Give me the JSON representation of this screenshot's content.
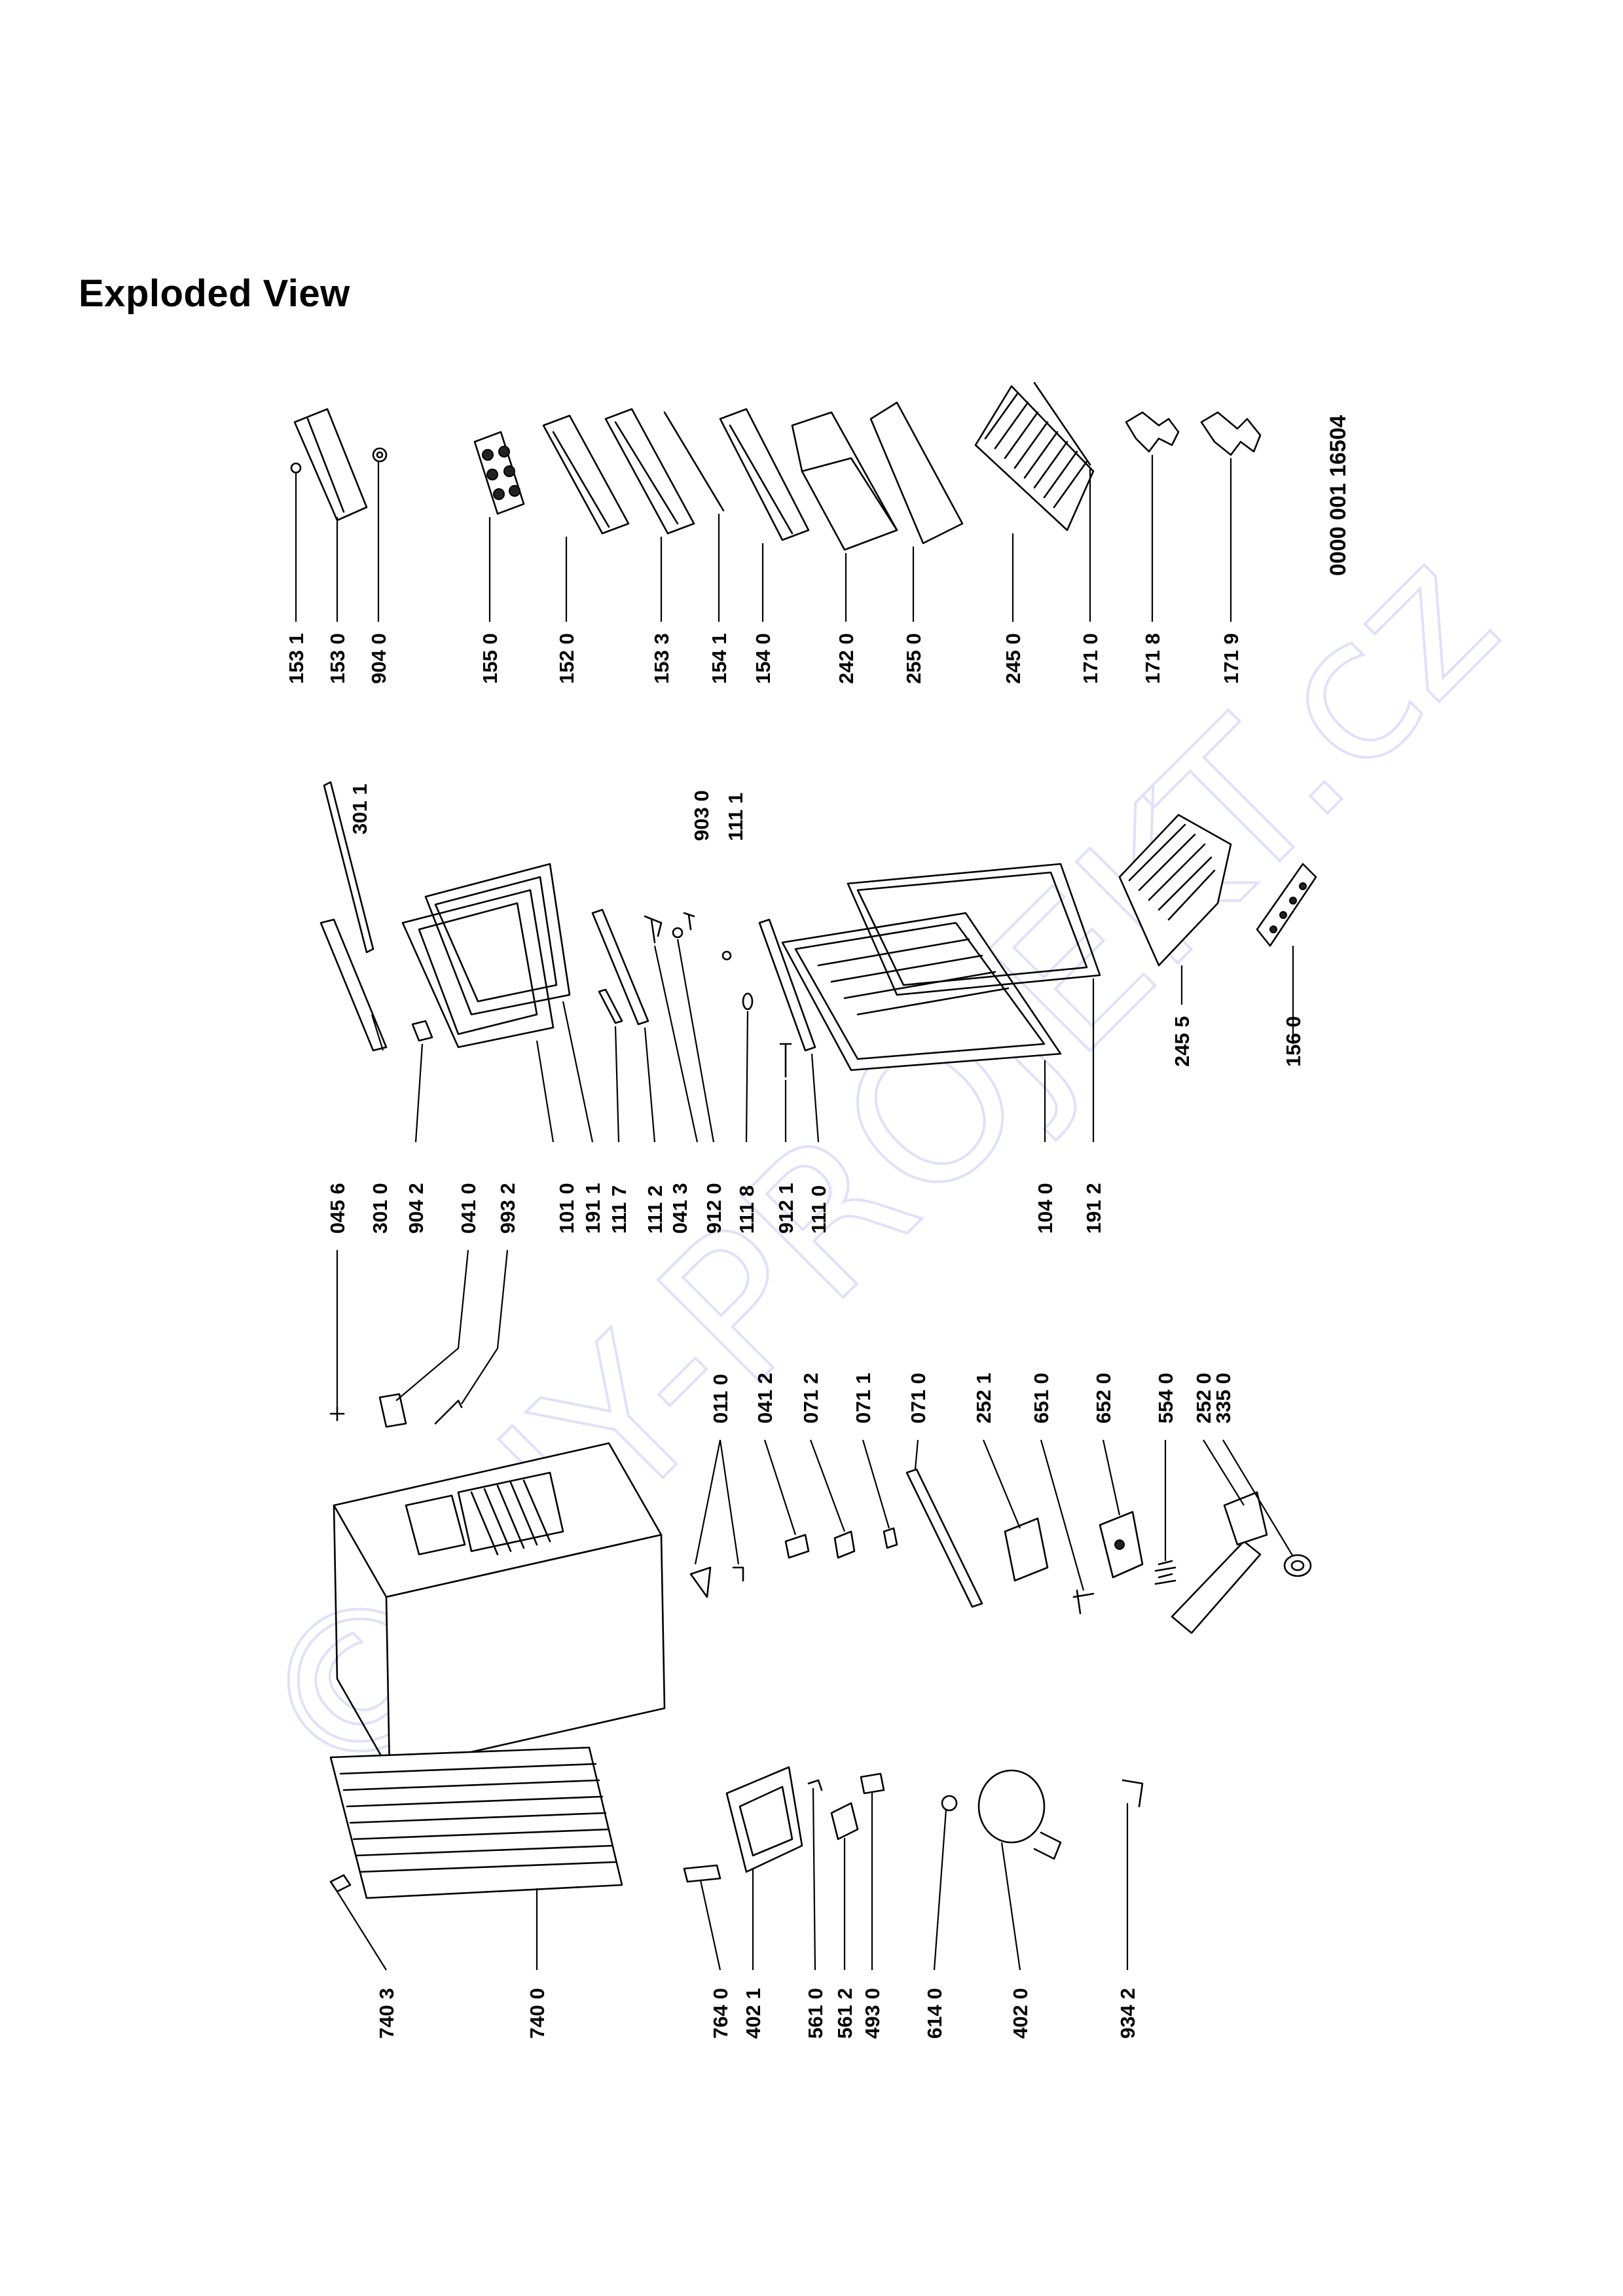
{
  "title": "Exploded View",
  "watermark": "©DIY-PROJEKT.cz",
  "doc_number": "0000 001 16504",
  "groups": {
    "top_row": [
      "153 1",
      "153 0",
      "904 0",
      "155 0",
      "152 0",
      "153 3",
      "154 1",
      "154 0",
      "242 0",
      "255 0",
      "245 0",
      "171 0",
      "171 8",
      "171 9"
    ],
    "door_row": [
      "301 1",
      "903 0",
      "111 1",
      "245 5",
      "156 0",
      "104 0",
      "191 2",
      "111 0",
      "912 1",
      "111 8",
      "912 0",
      "041 3",
      "111 2",
      "111 7",
      "191 1",
      "101 0",
      "993 2",
      "041 0",
      "904 2",
      "301 0",
      "045 6"
    ],
    "cabinet_row": [
      "011 0",
      "041 2",
      "071 2",
      "071 1",
      "071 0",
      "252 1",
      "651 0",
      "652 0",
      "554 0",
      "252 0",
      "335 0"
    ],
    "bottom_row": [
      "740 3",
      "740 0",
      "764 0",
      "402 1",
      "561 0",
      "561 2",
      "493 0",
      "614 0",
      "402 0",
      "934 2"
    ]
  }
}
